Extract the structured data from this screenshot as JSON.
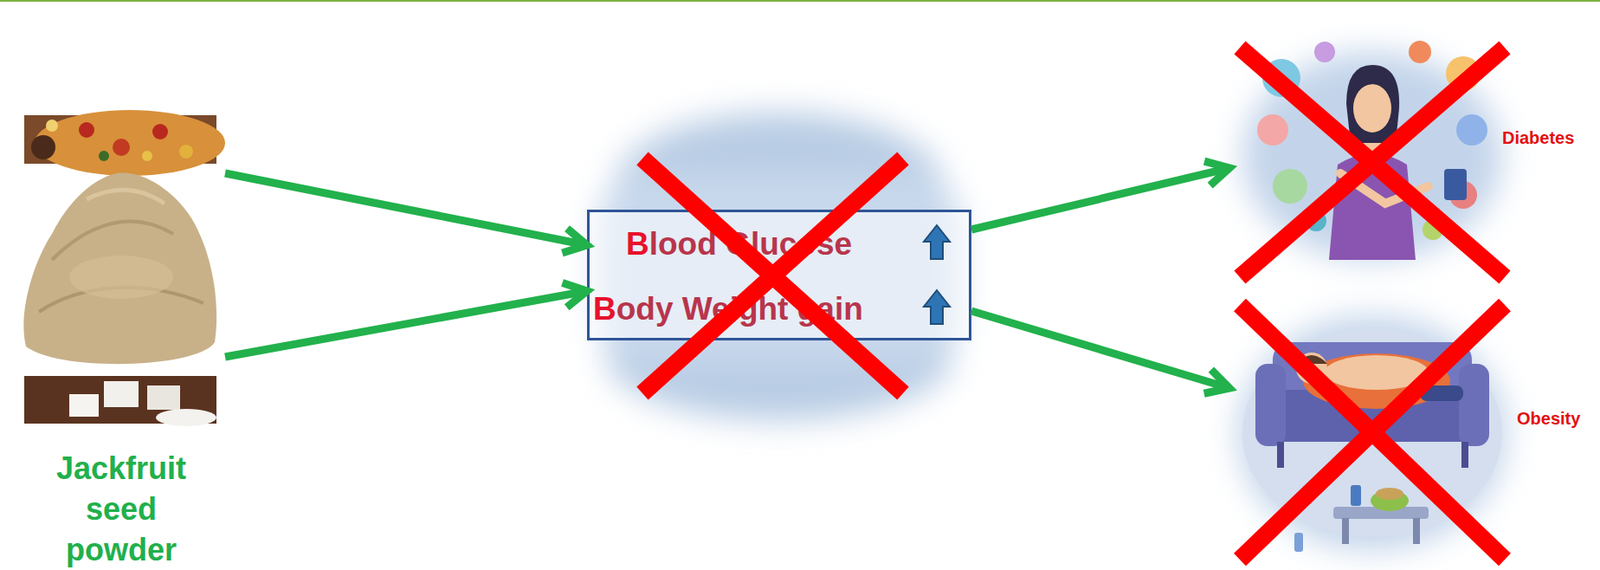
{
  "diagram": {
    "nodes": [
      {
        "text": [
          "Jackfruit seed powder"
        ]
      },
      {
        "text": [
          "Blood Glucose",
          "Body Weight gain"
        ]
      },
      {
        "text": [
          "Diabetes"
        ]
      },
      {
        "text": [
          "Obesity"
        ]
      }
    ],
    "edges": [
      {
        "from": 0,
        "to": 1,
        "arrow": "to"
      },
      {
        "from": 0,
        "to": 1,
        "arrow": "to"
      },
      {
        "from": 1,
        "to": 2,
        "arrow": "to"
      },
      {
        "from": 1,
        "to": 3,
        "arrow": "to"
      }
    ]
  }
}
